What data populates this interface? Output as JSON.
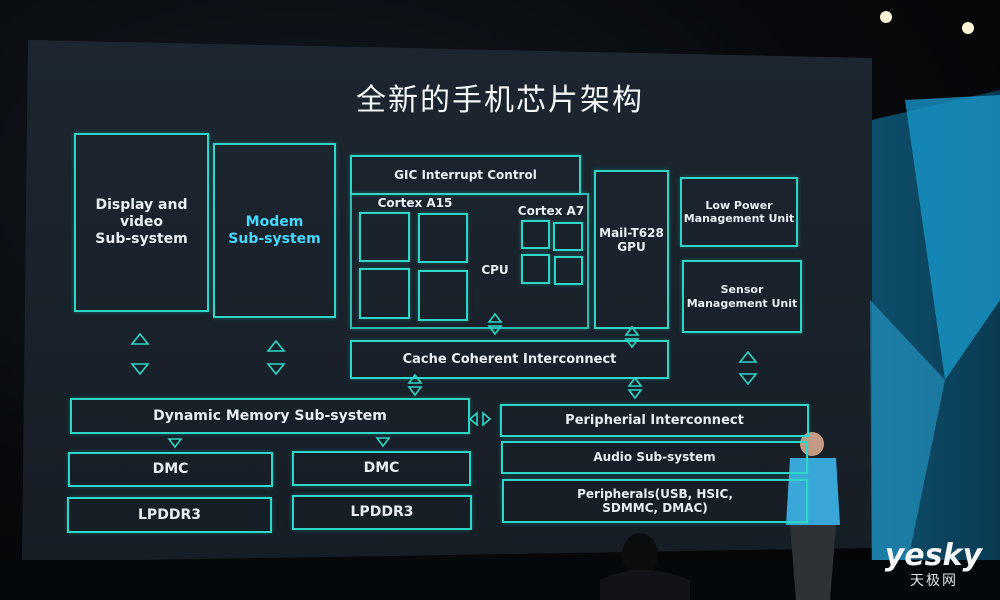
{
  "slide": {
    "title": "全新的手机芯片架构",
    "accent_color": "#2fd6c8",
    "blocks": {
      "display": "Display and\nvideo\nSub-system",
      "modem": "Modem\nSub-system",
      "gic": "GIC Interrupt Control",
      "cortex_a15": "Cortex A15",
      "cortex_a7": "Cortex A7",
      "cpu": "CPU",
      "gpu": "Mail-T628\nGPU",
      "low_power": "Low Power\nManagement Unit",
      "sensor": "Sensor\nManagement Unit",
      "cache": "Cache Coherent Interconnect",
      "dms": "Dynamic Memory Sub-system",
      "peripheral_ic": "Peripherial Interconnect",
      "audio": "Audio Sub-system",
      "peripherals": "Peripherals(USB, HSIC,\nSDMMC, DMAC)",
      "dmc_1": "DMC",
      "dmc_2": "DMC",
      "lpddr_1": "LPDDR3",
      "lpddr_2": "LPDDR3"
    }
  },
  "watermark": {
    "brand": "yesky",
    "sub": "天极网"
  }
}
